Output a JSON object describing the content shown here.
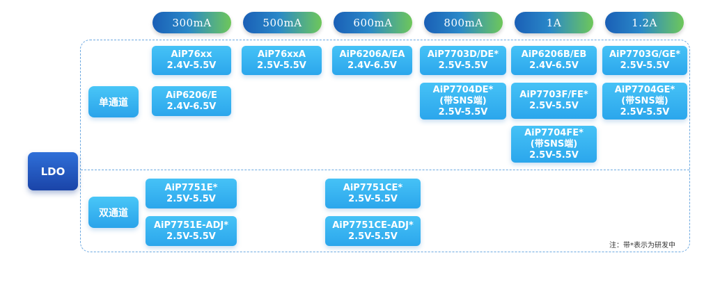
{
  "currents": [
    "300mA",
    "500mA",
    "600mA",
    "800mA",
    "1A",
    "1.2A"
  ],
  "category": "LDO",
  "rows": {
    "single": "单通道",
    "dual": "双通道"
  },
  "single_channel": {
    "c300_a": {
      "model": "AiP76xx",
      "range": "2.4V-5.5V"
    },
    "c300_b": {
      "model": "AiP6206/E",
      "range": "2.4V-6.5V"
    },
    "c500_a": {
      "model": "AiP76xxA",
      "range": "2.5V-5.5V"
    },
    "c600_a": {
      "model": "AiP6206A/EA",
      "range": "2.4V-6.5V"
    },
    "c800_a": {
      "model": "AiP7703D/DE*",
      "range": "2.5V-5.5V"
    },
    "c800_b": {
      "model": "AiP7704DE*",
      "note": "(带SNS端)",
      "range": "2.5V-5.5V"
    },
    "c1a_a": {
      "model": "AiP6206B/EB",
      "range": "2.4V-6.5V"
    },
    "c1a_b": {
      "model": "AiP7703F/FE*",
      "range": "2.5V-5.5V"
    },
    "c1a_c": {
      "model": "AiP7704FE*",
      "note": "(带SNS端)",
      "range": "2.5V-5.5V"
    },
    "c12a_a": {
      "model": "AiP7703G/GE*",
      "range": "2.5V-5.5V"
    },
    "c12a_b": {
      "model": "AiP7704GE*",
      "note": "(带SNS端)",
      "range": "2.5V-5.5V"
    }
  },
  "dual_channel": {
    "c300_a": {
      "model": "AiP7751E*",
      "range": "2.5V-5.5V"
    },
    "c300_b": {
      "model": "AiP7751E-ADJ*",
      "range": "2.5V-5.5V"
    },
    "c600_a": {
      "model": "AiP7751CE*",
      "range": "2.5V-5.5V"
    },
    "c600_b": {
      "model": "AiP7751CE-ADJ*",
      "range": "2.5V-5.5V"
    }
  },
  "footnote": "注：带*表示为研发中"
}
